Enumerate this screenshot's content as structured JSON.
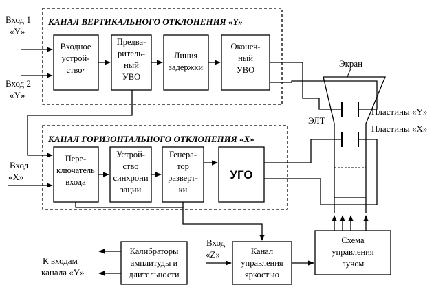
{
  "inputs": {
    "in1": [
      "Вход 1",
      "«Y»"
    ],
    "in2": [
      "Вход 2",
      "«Y»"
    ],
    "inx": [
      "Вход",
      "«X»"
    ],
    "inz": [
      "Вход",
      "«Z»"
    ],
    "to_y": [
      "К входам",
      "канала «Y»"
    ]
  },
  "channels": {
    "vertical_title": "КАНАЛ ВЕРТИКАЛЬНОГО ОТКЛОНЕНИЯ «Y»",
    "horizontal_title": "КАНАЛ ГОРИЗОНТАЛЬНОГО ОТКЛОНЕНИЯ «X»"
  },
  "blocks": {
    "input_device": [
      "Входное",
      "устрой-",
      "ство·"
    ],
    "pre_amp": [
      "Предва-",
      "ритель-",
      "ный",
      "УВО"
    ],
    "delay_line": [
      "Линия",
      "задержки"
    ],
    "final_amp": [
      "Оконеч-",
      "ный",
      "УВО"
    ],
    "switch": [
      "Пере-",
      "ключатель",
      "входа"
    ],
    "sync": [
      "Устрой-",
      "ство",
      "синхрони",
      "зации"
    ],
    "sweep_gen": [
      "Генера-",
      "тор",
      "разверт-",
      "ки"
    ],
    "ugo": "УГО",
    "calibrators": [
      "Калибраторы",
      "амплитуды и",
      "длительности"
    ],
    "brightness": [
      "Канал",
      "управления",
      "яркостью"
    ],
    "beam_ctrl": [
      "Схема",
      "управления",
      "лучом"
    ]
  },
  "crt": {
    "screen": "Экран",
    "tube": "ЭЛТ",
    "plates_y": "Пластины «Y»",
    "plates_x": "Пластины «X»"
  }
}
